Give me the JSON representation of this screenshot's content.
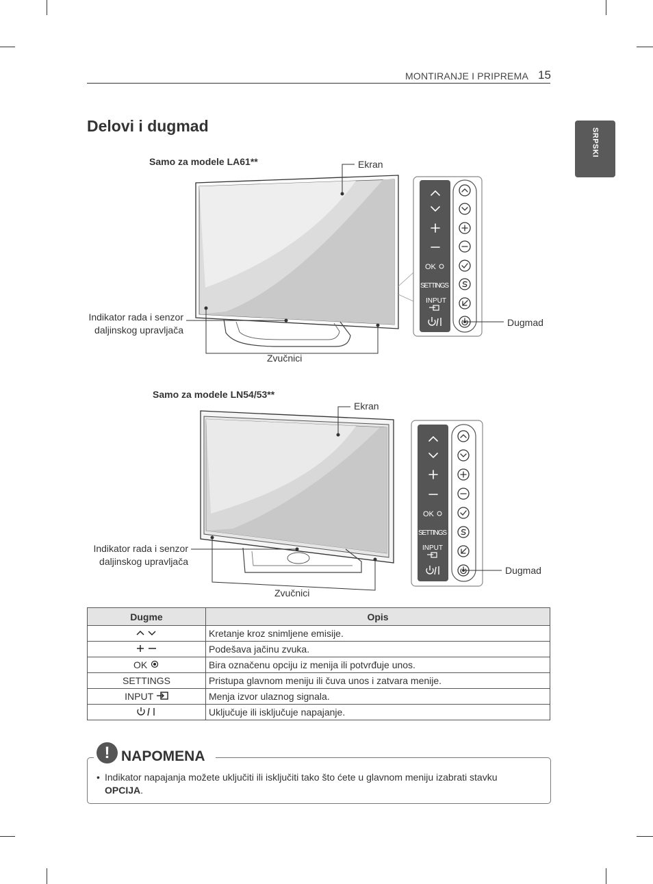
{
  "header": {
    "section": "MONTIRANJE I PRIPREMA",
    "page_number": "15"
  },
  "lang_tab": "SRPSKI",
  "title": "Delovi i dugmad",
  "figure1": {
    "model": "Samo za modele LA61**",
    "screen_label": "Ekran",
    "indicator_label_1": "Indikator rada i senzor",
    "indicator_label_2": "daljinskog upravljača",
    "speakers_label": "Zvučnici",
    "buttons_label": "Dugmad"
  },
  "figure2": {
    "model": "Samo za modele LN54/53**",
    "screen_label": "Ekran",
    "indicator_label_1": "Indikator rada i senzor",
    "indicator_label_2": "daljinskog upravljača",
    "speakers_label": "Zvučnici",
    "buttons_label": "Dugmad"
  },
  "panel": {
    "ok": "OK",
    "settings": "SETTINGS",
    "input": "INPUT"
  },
  "table": {
    "headers": [
      "Dugme",
      "Opis"
    ],
    "rows": [
      {
        "button": "",
        "icon": "up-down-arrows",
        "description": "Kretanje kroz snimljene emisije."
      },
      {
        "button": "",
        "icon": "plus-minus",
        "description": "Podešava jačinu zvuka."
      },
      {
        "button": "OK",
        "icon": "ok-dot",
        "description": "Bira označenu opciju iz menija ili potvrđuje unos."
      },
      {
        "button": "SETTINGS",
        "icon": "",
        "description": "Pristupa glavnom meniju ili čuva unos i zatvara menije."
      },
      {
        "button": "INPUT",
        "icon": "input",
        "description": "Menja izvor ulaznog signala."
      },
      {
        "button": "",
        "icon": "power",
        "description": "Uključuje ili isključuje napajanje."
      }
    ]
  },
  "note": {
    "title": "NAPOMENA",
    "icon": "exclamation-icon",
    "text": "Indikator napajanja možete uključiti ili isključiti tako što ćete u glavnom meniju izabrati stavku ",
    "emphasis": "OPCIJA",
    "end": "."
  }
}
